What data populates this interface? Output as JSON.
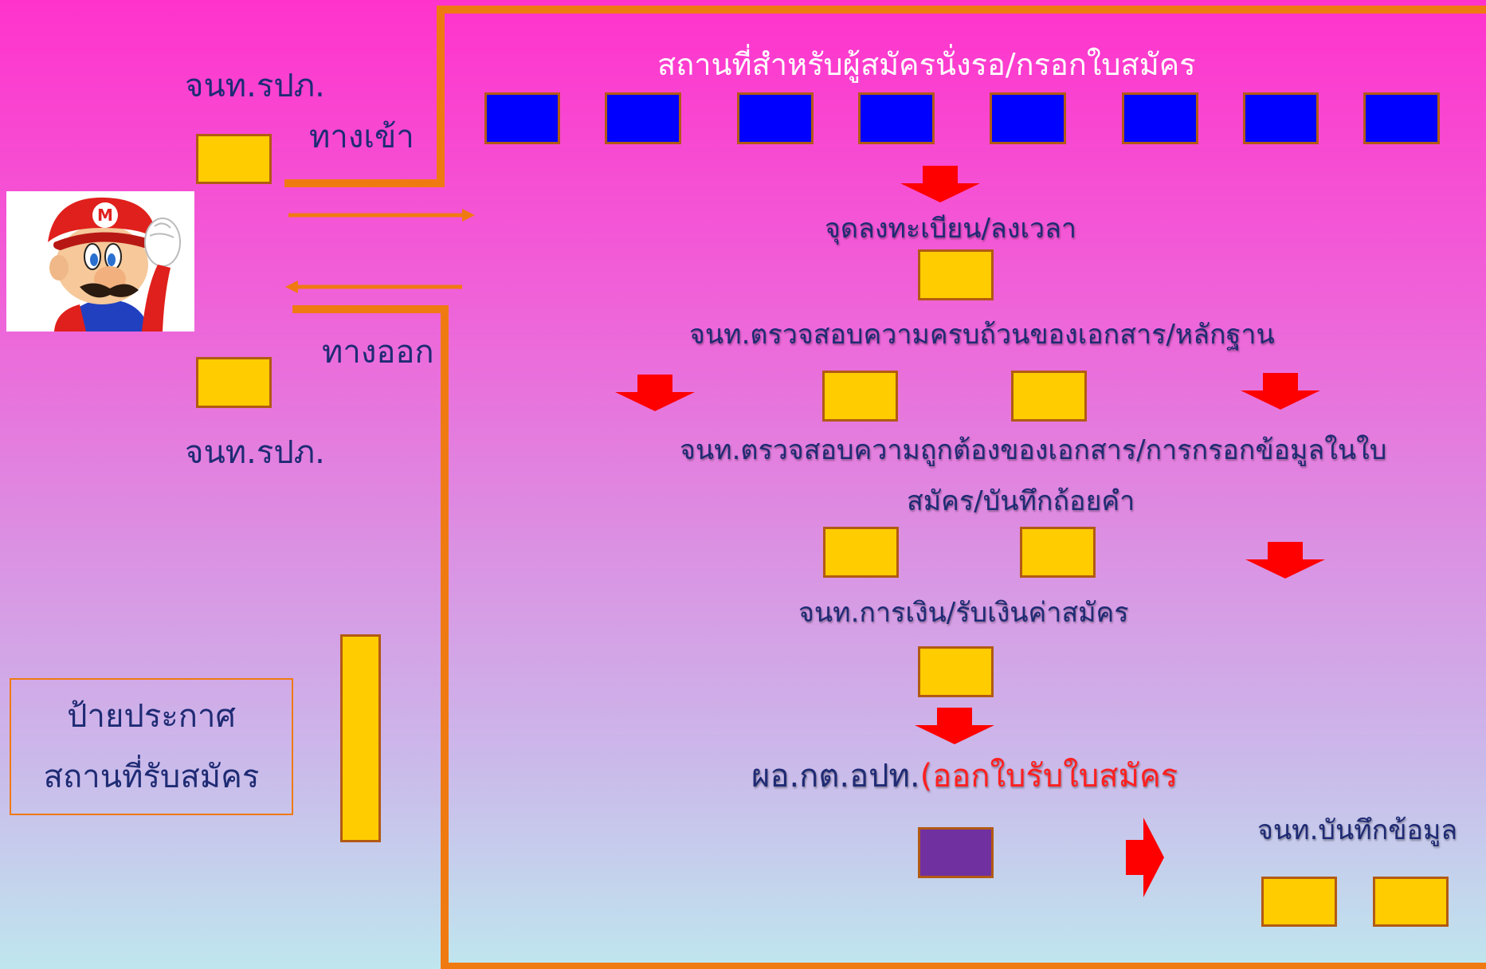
{
  "labels": {
    "guard_top": "จนท.รปภ.",
    "entrance": "ทางเข้า",
    "exit": "ทางออก",
    "guard_bottom": "จนท.รปภ.",
    "waiting_area": "สถานที่สำหรับผู้สมัครนั่งรอ/กรอกใบสมัคร",
    "registration": "จุดลงทะเบียน/ลงเวลา",
    "check_completeness": "จนท.ตรวจสอบความครบถ้วนของเอกสาร/หลักฐาน",
    "check_accuracy_line1": "จนท.ตรวจสอบความถูกต้องของเอกสาร/การกรอกข้อมูลในใบ",
    "check_accuracy_line2": "สมัคร/บันทึกถ้อยคำ",
    "finance": "จนท.การเงิน/รับเงินค่าสมัคร",
    "director_main": "ผอ.กต.อปท.",
    "director_note": "(ออกใบรับใบสมัคร",
    "data_entry": "จนท.บันทึกข้อมูล"
  },
  "notice_board": {
    "line1": "ป้ายประกาศ",
    "line2": "สถานที่รับสมัคร"
  },
  "colors": {
    "desk_staff": "#ffcc00",
    "desk_waiting": "#0000ff",
    "desk_director": "#7030a0",
    "walls": "#f07a12",
    "flow_arrows": "#ff0000",
    "text": "#1f2b74",
    "note_text": "#ff2020"
  },
  "icons": {
    "mascot": "mario-character-image"
  }
}
